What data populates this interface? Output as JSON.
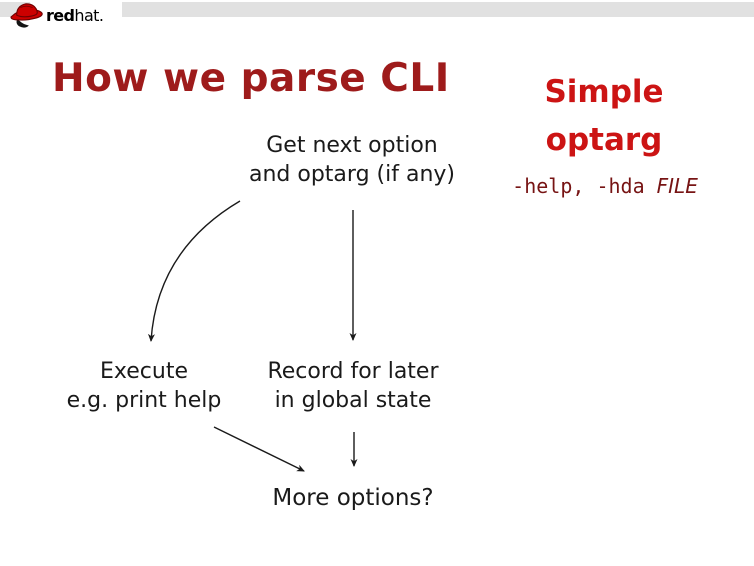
{
  "logo": {
    "brand_bold": "red",
    "brand_regular": "hat.",
    "hat_color": "#cc0000"
  },
  "title": {
    "text": "How we parse CLI",
    "color": "#9e1b1b"
  },
  "right_panel": {
    "heading_line1": "Simple",
    "heading_line2": "optarg",
    "heading_color": "#cc1414",
    "example_code": "-help, -hda ",
    "example_arg": "FILE",
    "example_color": "#771414"
  },
  "flowchart": {
    "nodes": [
      {
        "id": "get-next-option",
        "lines": [
          "Get next option",
          "and optarg (if any)"
        ]
      },
      {
        "id": "execute",
        "lines": [
          "Execute",
          "e.g. print help"
        ]
      },
      {
        "id": "record",
        "lines": [
          "Record for later",
          "in global state"
        ]
      },
      {
        "id": "more-options",
        "lines": [
          "More options?"
        ]
      }
    ],
    "edges": [
      {
        "from": "get-next-option",
        "to": "execute",
        "style": "curved"
      },
      {
        "from": "get-next-option",
        "to": "record",
        "style": "straight"
      },
      {
        "from": "execute",
        "to": "more-options",
        "style": "diagonal"
      },
      {
        "from": "record",
        "to": "more-options",
        "style": "straight"
      }
    ],
    "arrow_color": "#1a1a1a"
  }
}
